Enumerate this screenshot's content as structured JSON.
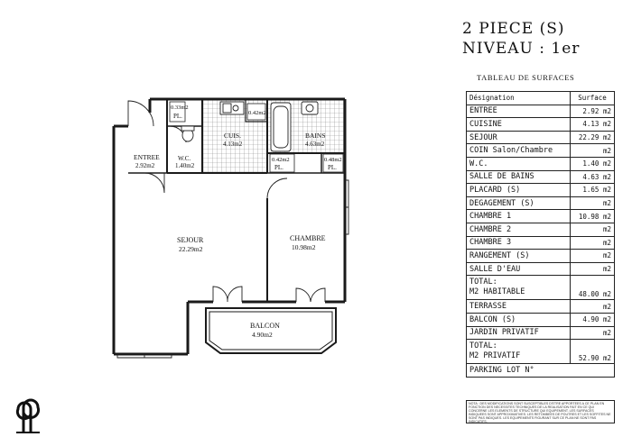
{
  "header": {
    "title": "2 PIECE (S)",
    "level": "NIVEAU : 1er"
  },
  "table": {
    "title": "TABLEAU DE SURFACES",
    "col_designation": "Désignation",
    "col_surface": "Surface",
    "rows": [
      {
        "label": "ENTREE",
        "value": "2.92 m2"
      },
      {
        "label": "CUISINE",
        "value": "4.13 m2"
      },
      {
        "label": "SEJOUR",
        "value": "22.29 m2"
      },
      {
        "label": "COIN Salon/Chambre",
        "value": "m2"
      },
      {
        "label": "W.C.",
        "value": "1.40 m2"
      },
      {
        "label": "SALLE DE BAINS",
        "value": "4.63 m2"
      },
      {
        "label": "PLACARD (S)",
        "value": "1.65 m2"
      },
      {
        "label": "DEGAGEMENT (S)",
        "value": "m2"
      },
      {
        "label": "CHAMBRE 1",
        "value": "10.98 m2"
      },
      {
        "label": "CHAMBRE 2",
        "value": "m2"
      },
      {
        "label": "CHAMBRE 3",
        "value": "m2"
      },
      {
        "label": "RANGEMENT (S)",
        "value": "m2"
      },
      {
        "label": "SALLE D'EAU",
        "value": "m2"
      }
    ],
    "total_habitable": {
      "line1": "TOTAL:",
      "line2": "M2 HABITABLE",
      "value": "48.00 m2"
    },
    "rows2": [
      {
        "label": "TERRASSE",
        "value": "m2"
      },
      {
        "label": "BALCON (S)",
        "value": "4.90 m2"
      },
      {
        "label": "JARDIN PRIVATIF",
        "value": "m2"
      }
    ],
    "total_privatif": {
      "line1": "TOTAL:",
      "line2": "M2 PRIVATIF",
      "value": "52.90 m2"
    },
    "parking": "PARKING LOT N°",
    "note": "NOTA : DES MODIFICATIONS SONT SUSCEPTIBLES D'ETRE APPORTEES A CE PLAN EN FONCTION DES NECESSITES TECHNIQUES DE LA REALISATION FAIT EN CE QUI CONCERNE LES ELEMENTS DE STRUCTURE QUI EQUIPEMENT. LES SURFACES INDIQUEES SONT APPROXIMATIVES. LES RETOMBEES DE POUTRES ET LES SOFFITES NE SONT PAS INDIQUES. LES EQUIPEMENTS FIGURANT SUR CE PLAN NE SONT PAS INDICATIFS."
  },
  "plan": {
    "rooms": [
      {
        "id": "entree",
        "name": "ENTREE",
        "area": "2.92m2"
      },
      {
        "id": "wc",
        "name": "W.C.",
        "area": "1.40m2"
      },
      {
        "id": "cuisine",
        "name": "CUIS.",
        "area": "4.13m2"
      },
      {
        "id": "bains",
        "name": "BAINS",
        "area": "4.63m2"
      },
      {
        "id": "sejour",
        "name": "SEJOUR",
        "area": "22.29m2"
      },
      {
        "id": "chambre",
        "name": "CHAMBRE",
        "area": "10.98m2"
      },
      {
        "id": "balcon",
        "name": "BALCON",
        "area": "4.90m2"
      }
    ],
    "placards": [
      {
        "id": "pl1",
        "area": "0.33m2",
        "label": "PL."
      },
      {
        "id": "pl2",
        "area": "0.42m2",
        "label": ""
      },
      {
        "id": "pl3",
        "area": "0.42m2",
        "label": "PL."
      },
      {
        "id": "pl4",
        "area": "0.48m2",
        "label": "PL."
      }
    ]
  },
  "colors": {
    "wall": "#1a1a1a",
    "tile": "#9a9a9a",
    "text": "#111111"
  }
}
